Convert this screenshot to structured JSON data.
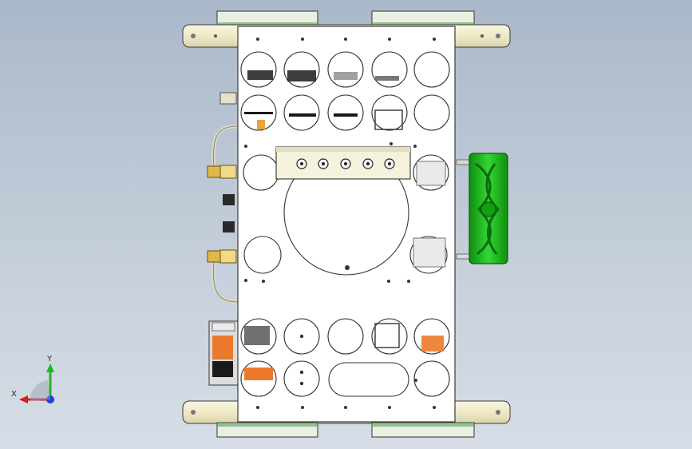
{
  "colors": {
    "background_top": "#a9b8c9",
    "background_bottom": "#d6dde6",
    "plate": "#ffffff",
    "plate_edge": "#3b3b3b",
    "bracket": "#f2eed2",
    "fan": "#1fc21f",
    "fan_dark": "#0b7f0b",
    "heatsink_orange": "#e8742a",
    "axis_x": "#d41f1f",
    "axis_y": "#1fb51f",
    "axis_z": "#2040d8"
  },
  "model_parts": {
    "top_plate": "top-plate",
    "front_bracket": "front-wheel-bracket",
    "rear_bracket": "rear-wheel-bracket",
    "fan": "cooling-fan",
    "connector_bar": "connector-bar",
    "cables": "coaxial-cables"
  },
  "triad": {
    "x_label": "X",
    "y_label": "Y"
  }
}
